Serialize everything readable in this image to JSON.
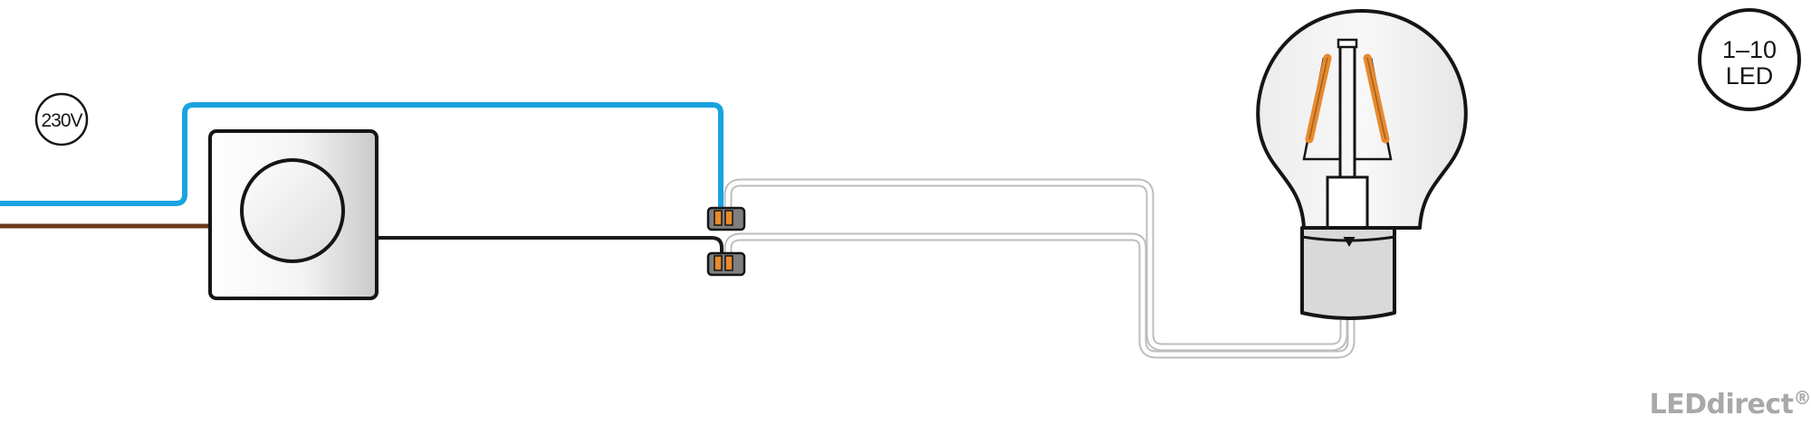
{
  "labels": {
    "voltage": "230V",
    "count_line1": "1–10",
    "count_line2": "LED"
  },
  "brand": {
    "name": "LEDdirect",
    "mark": "®"
  },
  "colors": {
    "neutral_wire": "#19a3e0",
    "live_wire": "#6b3a17",
    "switched_wire": "#1a1a1a",
    "filament": "#e8892c",
    "connector_body": "#7f7f7f",
    "connector_clamp": "#e8892c",
    "cable_outline": "#bdbdbd",
    "brand_text": "#a8a8a8"
  },
  "icons": {
    "dimmer": "dimmer-switch-icon",
    "connector": "lever-connector-icon",
    "bulb": "filament-bulb-icon"
  }
}
